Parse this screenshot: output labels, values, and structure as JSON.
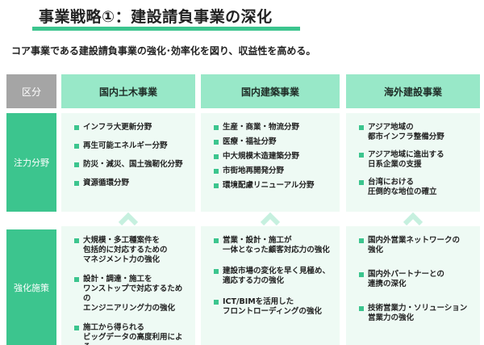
{
  "header": {
    "title": "事業戦略①：建設請負事業の深化",
    "subtitle": "コア事業である建設請負事業の強化･効率化を図り、収益性を高める。"
  },
  "table": {
    "corner_label": "区分",
    "columns": [
      "国内土木事業",
      "国内建築事業",
      "海外建設事業"
    ],
    "rows": [
      {
        "label": "注力分野",
        "cells": [
          [
            "インフラ大更新分野",
            "再生可能エネルギー分野",
            "防災・減災、国土強靭化分野",
            "資源循環分野"
          ],
          [
            "生産・商業・物流分野",
            "医療・福祉分野",
            "中大規模木造建築分野",
            "市街地再開発分野",
            "環境配慮リニューアル分野"
          ],
          [
            "アジア地域の\n都市インフラ整備分野",
            "アジア地域に進出する\n日系企業の支援",
            "台湾における\n圧倒的な地位の確立"
          ]
        ]
      },
      {
        "label": "強化施策",
        "cells": [
          [
            "大規模・多工種案件を\n包括的に対応するための\nマネジメント力の強化",
            "設計・調達・施工を\nワンストップで対応するための\nエンジニアリング力の強化",
            "施工から得られる\nビッグデータの高度利用による\n生産性の向上"
          ],
          [
            "営業・設計・施工が\n一体となった顧客対応力の強化",
            "建設市場の変化を早く見極め、\n適応する力の強化",
            "ICT/BIMを活用した\nフロントローディングの強化"
          ],
          [
            "国内外営業ネットワークの\n強化",
            "国内外パートナーとの\n連携の深化",
            "技術営業力・ソリューション\n営業力の強化"
          ]
        ]
      }
    ]
  },
  "colors": {
    "accent": "#3cc58e",
    "header_bg": "#98e8c8",
    "cell_bg": "#eefaf4",
    "corner_bg": "#a5a5a5",
    "chevron": "#c6f0df"
  },
  "icons": {
    "bullet": "square-bullet-icon",
    "arrow": "chevron-up-icon"
  }
}
